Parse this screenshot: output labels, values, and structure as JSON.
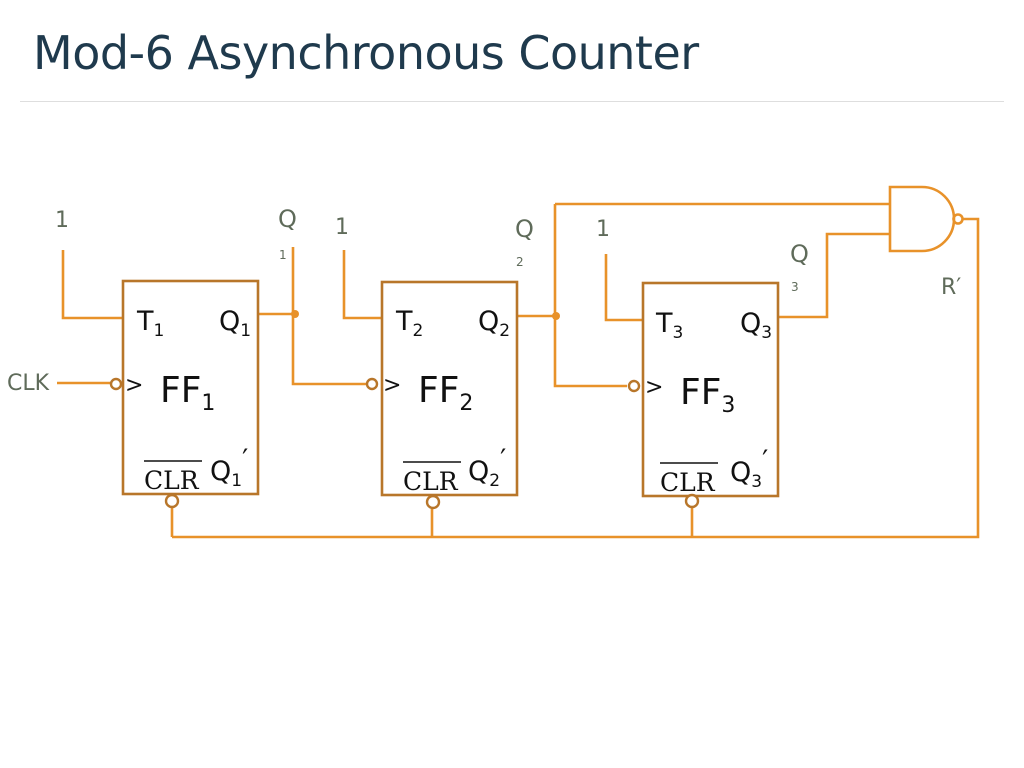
{
  "title": "Mod-6 Asynchronous Counter",
  "colors": {
    "wire": "#e8922a",
    "box_border": "#b8762a",
    "label": "#5f6b5a",
    "title": "#1f3a4d"
  },
  "inputs": {
    "clk": "CLK",
    "constant_one": "1",
    "reset_output": "R′"
  },
  "flip_flops": [
    {
      "name": "FF",
      "sub": "1",
      "t": "T",
      "q": "Q",
      "qbar": "Q",
      "prime": "′",
      "clr": "CLR",
      "out_label": "Q",
      "out_sub": "1"
    },
    {
      "name": "FF",
      "sub": "2",
      "t": "T",
      "q": "Q",
      "qbar": "Q",
      "prime": "′",
      "clr": "CLR",
      "out_label": "Q",
      "out_sub": "2"
    },
    {
      "name": "FF",
      "sub": "3",
      "t": "T",
      "q": "Q",
      "qbar": "Q",
      "prime": "′",
      "clr": "CLR",
      "out_label": "Q",
      "out_sub": "3"
    }
  ],
  "gate": {
    "type": "NAND",
    "inputs": [
      "Q2",
      "Q3"
    ],
    "output": "R′"
  },
  "clock_edge_marker": ">"
}
